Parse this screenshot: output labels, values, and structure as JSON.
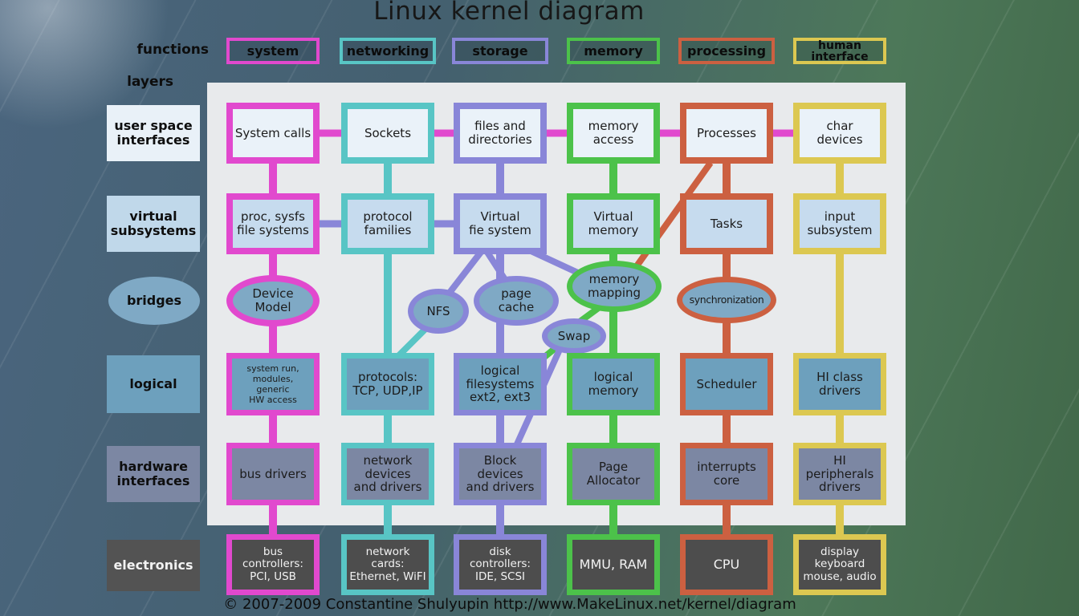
{
  "title": "Linux kernel diagram",
  "copyright": "© 2007-2009 Constantine Shulyupin http://www.MakeLinux.net/kernel/diagram",
  "side": {
    "functions": "functions",
    "layers": "layers"
  },
  "functions": [
    {
      "id": "system",
      "label": "system",
      "color": "#e149ce"
    },
    {
      "id": "networking",
      "label": "networking",
      "color": "#58c5c5"
    },
    {
      "id": "storage",
      "label": "storage",
      "color": "#8986d8"
    },
    {
      "id": "memory",
      "label": "memory",
      "color": "#4cc24a"
    },
    {
      "id": "processing",
      "label": "processing",
      "color": "#cc6041"
    },
    {
      "id": "human_interface",
      "label": "human\ninterface",
      "color": "#dcc851"
    }
  ],
  "layers": [
    {
      "id": "user_space_interfaces",
      "label": "user space\ninterfaces"
    },
    {
      "id": "virtual_subsystems",
      "label": "virtual\nsubsystems"
    },
    {
      "id": "bridges",
      "label": "bridges"
    },
    {
      "id": "logical",
      "label": "logical"
    },
    {
      "id": "hardware_interfaces",
      "label": "hardware\ninterfaces"
    },
    {
      "id": "electronics",
      "label": "electronics"
    }
  ],
  "nodes": {
    "system": {
      "user_space": "System calls",
      "virtual": "proc, sysfs\nfile systems",
      "logical": "system run,\nmodules,\ngeneric\nHW access",
      "hardware": "bus drivers",
      "electronics": "bus\ncontrollers:\nPCI, USB"
    },
    "networking": {
      "user_space": "Sockets",
      "virtual": "protocol\nfamilies",
      "logical": "protocols:\nTCP, UDP,IP",
      "hardware": "network\ndevices\nand drivers",
      "electronics": "network\ncards:\nEthernet, WiFI"
    },
    "storage": {
      "user_space": "files and\ndirectories",
      "virtual": "Virtual\nfie system",
      "logical": "logical\nfilesystems\next2, ext3",
      "hardware": "Block\ndevices\nand drivers",
      "electronics": "disk\ncontrollers:\nIDE, SCSI"
    },
    "memory": {
      "user_space": "memory\naccess",
      "virtual": "Virtual\nmemory",
      "logical": "logical\nmemory",
      "hardware": "Page\nAllocator",
      "electronics": "MMU, RAM"
    },
    "processing": {
      "user_space": "Processes",
      "virtual": "Tasks",
      "logical": "Scheduler",
      "hardware": "interrupts\ncore",
      "electronics": "CPU"
    },
    "human_interface": {
      "user_space": "char\ndevices",
      "virtual": "input\nsubsystem",
      "logical": "HI class\ndrivers",
      "hardware": "HI\nperipherals\ndrivers",
      "electronics": "display\nkeyboard\nmouse, audio"
    }
  },
  "bridges": {
    "device_model": "Device\nModel",
    "nfs": "NFS",
    "page_cache": "page\ncache",
    "memory_mapping": "memory\nmapping",
    "swap": "Swap",
    "synchronization": "synchronization"
  }
}
